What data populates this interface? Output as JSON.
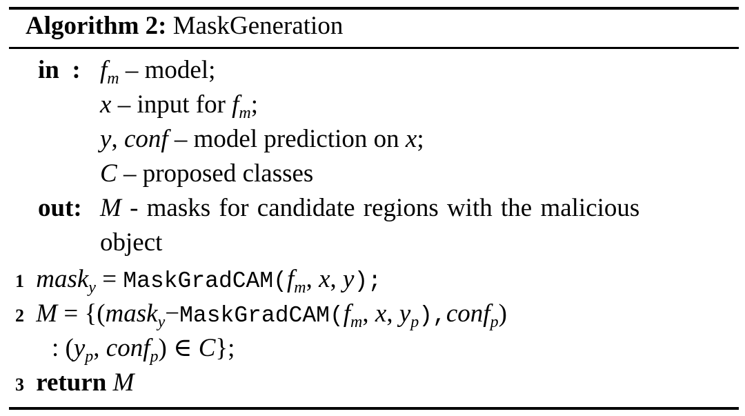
{
  "algorithm": {
    "header_label": "Algorithm 2:",
    "name": "MaskGeneration"
  },
  "inputs": {
    "keyword": "in",
    "colon": ":",
    "lines": [
      {
        "math": "f",
        "sub": "m",
        "text": " – model;"
      },
      {
        "math": "x",
        "text_a": " – input for ",
        "math2": "f",
        "sub2": "m",
        "text_b": ";"
      },
      {
        "math_a": "y",
        "text_a": ", ",
        "math_b": "conf",
        "text_b": " – model prediction on ",
        "math_c": "x",
        "text_c": ";"
      },
      {
        "math": "C",
        "text": " – proposed classes"
      }
    ]
  },
  "outputs": {
    "keyword": "out:",
    "math": "M",
    "text_line1": " - masks for candidate regions with the malicious",
    "text_line2": "object"
  },
  "steps": [
    {
      "number": "1",
      "lhs": "mask",
      "lhs_sub": "y",
      "eq": " = ",
      "func": "MaskGradCAM(",
      "arg1": "f",
      "arg1_sub": "m",
      "sep1": ", ",
      "arg2": "x",
      "sep2": ", ",
      "arg3": "y",
      "close": ");"
    },
    {
      "number": "2",
      "lhs": "M",
      "eq": " = {(",
      "m1": "mask",
      "m1_sub": "y",
      "minus": "−",
      "func": "MaskGradCAM(",
      "arg1": "f",
      "arg1_sub": "m",
      "sep1": ", ",
      "arg2": "x",
      "sep2": ", ",
      "arg3": "y",
      "arg3_sub": "p",
      "close": "),",
      "conf": "conf",
      "conf_sub": "p",
      "tail": ")",
      "cont_a": ": (",
      "cont_y": "y",
      "cont_y_sub": "p",
      "cont_comma": ", ",
      "cont_conf": "conf",
      "cont_conf_sub": "p",
      "cont_in": ") ∈ ",
      "cont_C": "C",
      "cont_end": "};"
    },
    {
      "number": "3",
      "keyword": "return",
      "value": "M"
    }
  ]
}
